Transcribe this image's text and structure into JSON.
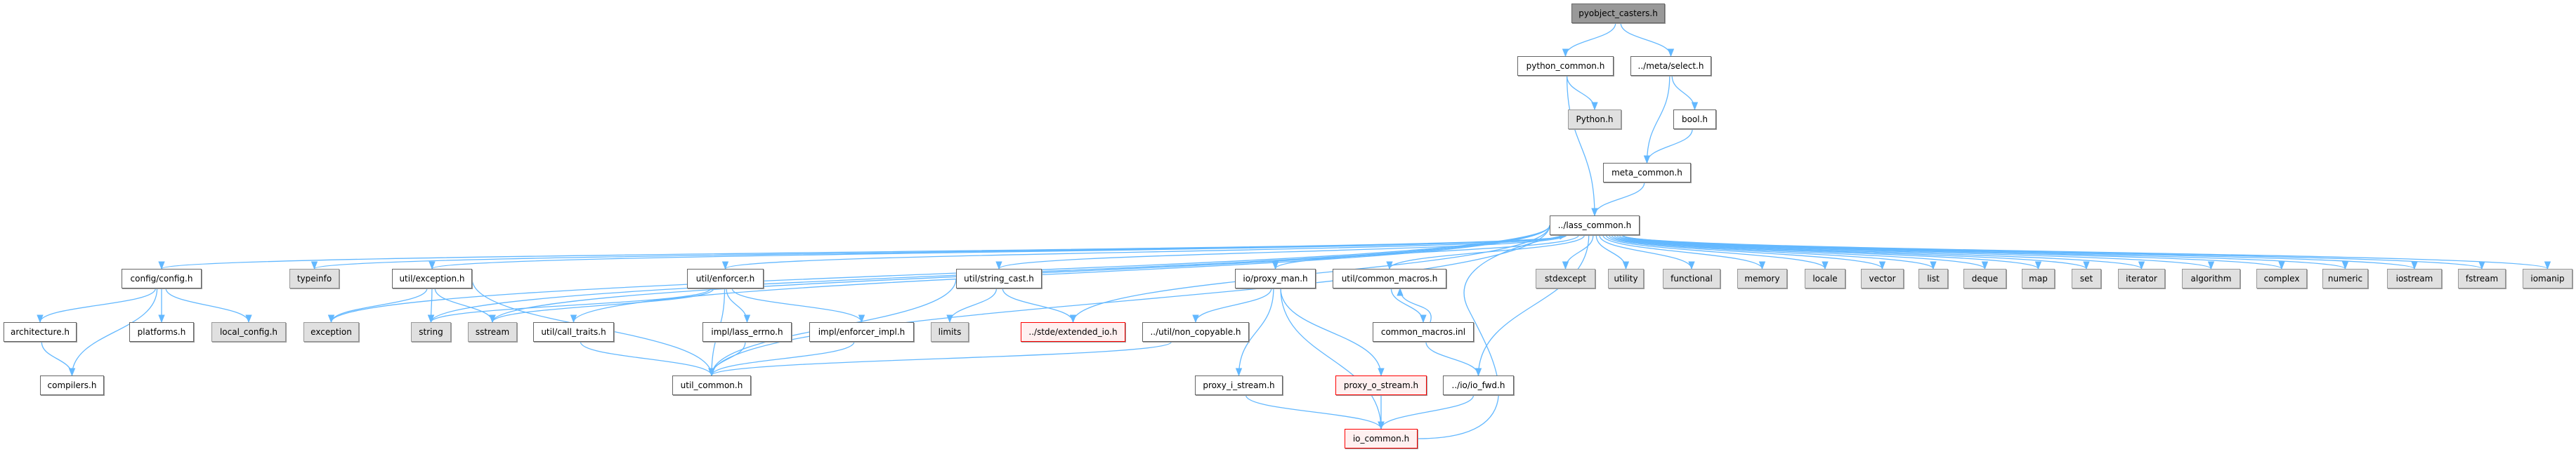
{
  "graph": {
    "type": "include-dependency-graph",
    "colors": {
      "edge": "#63b8ff",
      "root_fill": "#999999",
      "external_fill": "#e0e0e0",
      "missing_border": "#ff0000",
      "missing_fill": "#fff0f0"
    },
    "nodes": [
      {
        "id": "pyobject_casters",
        "label": "pyobject_casters.h",
        "kind": "root"
      },
      {
        "id": "python_common",
        "label": "python_common.h",
        "kind": "normal"
      },
      {
        "id": "meta_select",
        "label": "../meta/select.h",
        "kind": "normal"
      },
      {
        "id": "python_h",
        "label": "Python.h",
        "kind": "external"
      },
      {
        "id": "bool_h",
        "label": "bool.h",
        "kind": "normal"
      },
      {
        "id": "meta_common",
        "label": "meta_common.h",
        "kind": "normal"
      },
      {
        "id": "lass_common",
        "label": "../lass_common.h",
        "kind": "normal"
      },
      {
        "id": "config",
        "label": "config/config.h",
        "kind": "normal"
      },
      {
        "id": "typeinfo",
        "label": "typeinfo",
        "kind": "external"
      },
      {
        "id": "util_exception",
        "label": "util/exception.h",
        "kind": "normal"
      },
      {
        "id": "util_enforcer",
        "label": "util/enforcer.h",
        "kind": "normal"
      },
      {
        "id": "string_cast",
        "label": "util/string_cast.h",
        "kind": "normal"
      },
      {
        "id": "proxy_man",
        "label": "io/proxy_man.h",
        "kind": "normal"
      },
      {
        "id": "common_macros_h",
        "label": "util/common_macros.h",
        "kind": "normal"
      },
      {
        "id": "stdexcept",
        "label": "stdexcept",
        "kind": "external"
      },
      {
        "id": "utility",
        "label": "utility",
        "kind": "external"
      },
      {
        "id": "functional",
        "label": "functional",
        "kind": "external"
      },
      {
        "id": "memory",
        "label": "memory",
        "kind": "external"
      },
      {
        "id": "locale",
        "label": "locale",
        "kind": "external"
      },
      {
        "id": "vector",
        "label": "vector",
        "kind": "external"
      },
      {
        "id": "list",
        "label": "list",
        "kind": "external"
      },
      {
        "id": "deque",
        "label": "deque",
        "kind": "external"
      },
      {
        "id": "map",
        "label": "map",
        "kind": "external"
      },
      {
        "id": "set",
        "label": "set",
        "kind": "external"
      },
      {
        "id": "iterator",
        "label": "iterator",
        "kind": "external"
      },
      {
        "id": "algorithm",
        "label": "algorithm",
        "kind": "external"
      },
      {
        "id": "complex",
        "label": "complex",
        "kind": "external"
      },
      {
        "id": "numeric",
        "label": "numeric",
        "kind": "external"
      },
      {
        "id": "iostream",
        "label": "iostream",
        "kind": "external"
      },
      {
        "id": "fstream",
        "label": "fstream",
        "kind": "external"
      },
      {
        "id": "iomanip",
        "label": "iomanip",
        "kind": "external"
      },
      {
        "id": "architecture",
        "label": "architecture.h",
        "kind": "normal"
      },
      {
        "id": "platforms",
        "label": "platforms.h",
        "kind": "normal"
      },
      {
        "id": "local_config",
        "label": "local_config.h",
        "kind": "external"
      },
      {
        "id": "exception",
        "label": "exception",
        "kind": "external"
      },
      {
        "id": "string",
        "label": "string",
        "kind": "external"
      },
      {
        "id": "sstream",
        "label": "sstream",
        "kind": "external"
      },
      {
        "id": "call_traits",
        "label": "util/call_traits.h",
        "kind": "normal"
      },
      {
        "id": "lass_errno",
        "label": "impl/lass_errno.h",
        "kind": "normal"
      },
      {
        "id": "enforcer_impl",
        "label": "impl/enforcer_impl.h",
        "kind": "normal"
      },
      {
        "id": "limits",
        "label": "limits",
        "kind": "external"
      },
      {
        "id": "extended_io",
        "label": "../stde/extended_io.h",
        "kind": "missing"
      },
      {
        "id": "non_copyable",
        "label": "../util/non_copyable.h",
        "kind": "normal"
      },
      {
        "id": "common_macros_inl",
        "label": "common_macros.inl",
        "kind": "normal"
      },
      {
        "id": "compilers",
        "label": "compilers.h",
        "kind": "normal"
      },
      {
        "id": "util_common",
        "label": "util_common.h",
        "kind": "normal"
      },
      {
        "id": "proxy_i_stream",
        "label": "proxy_i_stream.h",
        "kind": "normal"
      },
      {
        "id": "proxy_o_stream",
        "label": "proxy_o_stream.h",
        "kind": "missing"
      },
      {
        "id": "io_fwd",
        "label": "../io/io_fwd.h",
        "kind": "normal"
      },
      {
        "id": "io_common",
        "label": "io_common.h",
        "kind": "missing"
      }
    ],
    "edges": [
      [
        "pyobject_casters",
        "python_common"
      ],
      [
        "pyobject_casters",
        "meta_select"
      ],
      [
        "python_common",
        "python_h"
      ],
      [
        "python_common",
        "lass_common"
      ],
      [
        "meta_select",
        "meta_common"
      ],
      [
        "meta_select",
        "bool_h"
      ],
      [
        "bool_h",
        "meta_common"
      ],
      [
        "meta_common",
        "lass_common"
      ],
      [
        "lass_common",
        "config"
      ],
      [
        "lass_common",
        "typeinfo"
      ],
      [
        "lass_common",
        "util_exception"
      ],
      [
        "lass_common",
        "exception"
      ],
      [
        "lass_common",
        "string"
      ],
      [
        "lass_common",
        "sstream"
      ],
      [
        "lass_common",
        "call_traits"
      ],
      [
        "lass_common",
        "util_common"
      ],
      [
        "lass_common",
        "util_enforcer"
      ],
      [
        "lass_common",
        "string_cast"
      ],
      [
        "lass_common",
        "extended_io"
      ],
      [
        "lass_common",
        "proxy_man"
      ],
      [
        "lass_common",
        "common_macros_h"
      ],
      [
        "lass_common",
        "io_fwd"
      ],
      [
        "lass_common",
        "stdexcept"
      ],
      [
        "lass_common",
        "utility"
      ],
      [
        "lass_common",
        "functional"
      ],
      [
        "lass_common",
        "memory"
      ],
      [
        "lass_common",
        "locale"
      ],
      [
        "lass_common",
        "vector"
      ],
      [
        "lass_common",
        "list"
      ],
      [
        "lass_common",
        "deque"
      ],
      [
        "lass_common",
        "map"
      ],
      [
        "lass_common",
        "set"
      ],
      [
        "lass_common",
        "iterator"
      ],
      [
        "lass_common",
        "algorithm"
      ],
      [
        "lass_common",
        "complex"
      ],
      [
        "lass_common",
        "numeric"
      ],
      [
        "lass_common",
        "iostream"
      ],
      [
        "lass_common",
        "fstream"
      ],
      [
        "lass_common",
        "iomanip"
      ],
      [
        "io_common",
        "lass_common"
      ],
      [
        "config",
        "architecture"
      ],
      [
        "config",
        "compilers"
      ],
      [
        "config",
        "platforms"
      ],
      [
        "config",
        "local_config"
      ],
      [
        "architecture",
        "compilers"
      ],
      [
        "util_exception",
        "exception"
      ],
      [
        "util_exception",
        "string"
      ],
      [
        "util_exception",
        "sstream"
      ],
      [
        "util_exception",
        "util_common"
      ],
      [
        "call_traits",
        "util_common"
      ],
      [
        "util_enforcer",
        "string"
      ],
      [
        "util_enforcer",
        "sstream"
      ],
      [
        "util_enforcer",
        "lass_errno"
      ],
      [
        "util_enforcer",
        "enforcer_impl"
      ],
      [
        "util_enforcer",
        "util_common"
      ],
      [
        "lass_errno",
        "util_common"
      ],
      [
        "enforcer_impl",
        "util_common"
      ],
      [
        "string_cast",
        "limits"
      ],
      [
        "string_cast",
        "extended_io"
      ],
      [
        "string_cast",
        "util_common"
      ],
      [
        "non_copyable",
        "util_common"
      ],
      [
        "proxy_man",
        "non_copyable"
      ],
      [
        "proxy_man",
        "proxy_i_stream"
      ],
      [
        "proxy_man",
        "proxy_o_stream"
      ],
      [
        "proxy_man",
        "io_common"
      ],
      [
        "proxy_i_stream",
        "io_common"
      ],
      [
        "proxy_o_stream",
        "io_common"
      ],
      [
        "common_macros_h",
        "common_macros_inl"
      ],
      [
        "common_macros_inl",
        "common_macros_h"
      ],
      [
        "common_macros_inl",
        "io_fwd"
      ],
      [
        "io_fwd",
        "io_common"
      ]
    ]
  }
}
